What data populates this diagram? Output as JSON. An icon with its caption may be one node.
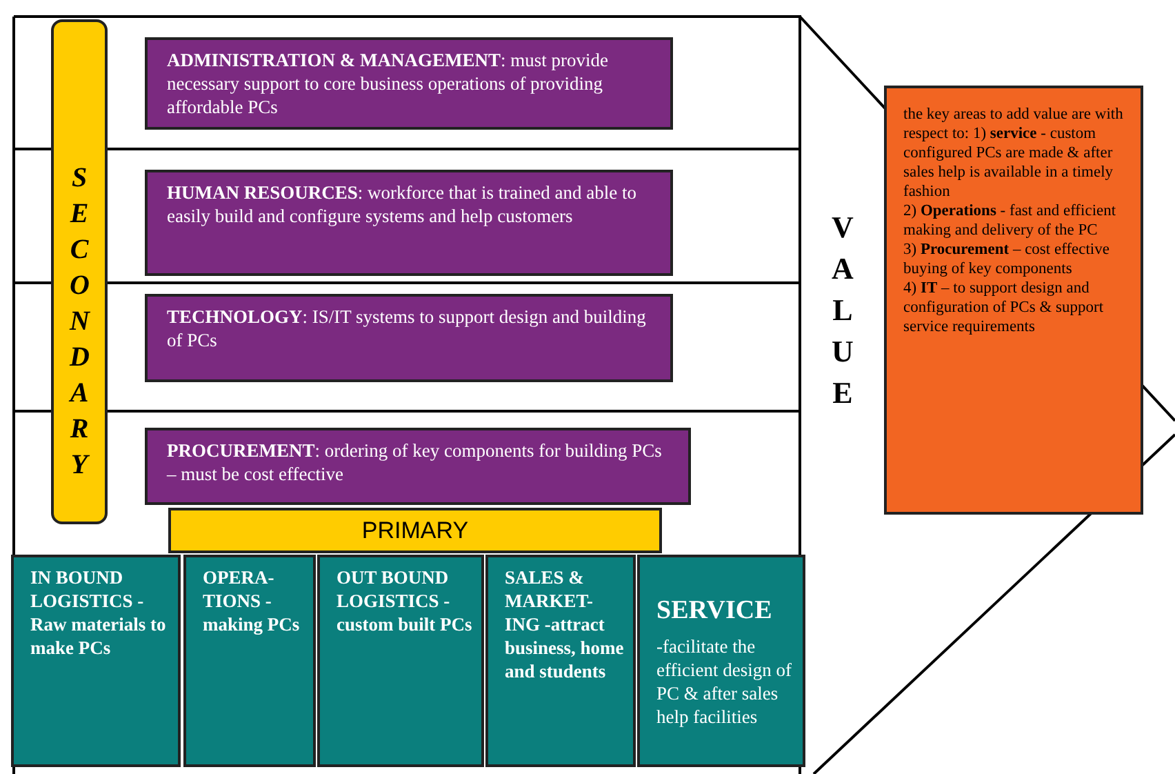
{
  "diagram": {
    "nodes": [
      {
        "text": [
          "SECONDARY"
        ]
      },
      {
        "text": [
          "**ADMINISTRATION & MANAGEMENT**: must provide necessary support to core business operations of providing affordable PCs"
        ]
      },
      {
        "text": [
          "**HUMAN RESOURCES**: workforce that is trained and able to easily build and configure systems and help customers"
        ]
      },
      {
        "text": [
          "**TECHNOLOGY**: IS/IT systems to support design and building of PCs"
        ]
      },
      {
        "text": [
          "**PROCUREMENT**: ordering of key components for building PCs – must be cost effective"
        ]
      },
      {
        "text": [
          "PRIMARY"
        ]
      },
      {
        "text": [
          "IN BOUND LOGISTICS -Raw materials to make PCs"
        ]
      },
      {
        "text": [
          "OPERA- TIONS -making PCs"
        ]
      },
      {
        "text": [
          "OUT BOUND LOGISTICS -custom built PCs"
        ]
      },
      {
        "text": [
          "SALES & MARKET- ING -attract business, home and students"
        ]
      },
      {
        "text": [
          "SERVICE",
          "-facilitate the efficient design of PC & after sales help facilities"
        ]
      },
      {
        "text": [
          "the key areas to add value are with respect to: 1) **service** - custom configured PCs are made & after sales help is available in a timely fashion",
          "2) **Operations** - fast and efficient making and delivery of the PC",
          "3) **Procurement** – cost effective buying of key components",
          "4) **IT** – to support design and configuration of PCs & support service requirements"
        ]
      }
    ],
    "edges": [],
    "labels": [
      "VALUE"
    ]
  }
}
